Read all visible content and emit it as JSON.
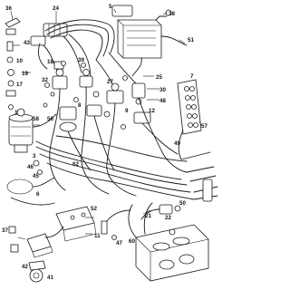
{
  "diagram": {
    "callouts": [
      {
        "id": "36",
        "label": "36"
      },
      {
        "id": "24",
        "label": "24"
      },
      {
        "id": "5",
        "label": "5"
      },
      {
        "id": "38",
        "label": "38"
      },
      {
        "id": "43",
        "label": "43"
      },
      {
        "id": "51",
        "label": "51"
      },
      {
        "id": "10",
        "label": "10"
      },
      {
        "id": "19",
        "label": "19"
      },
      {
        "id": "17",
        "label": "17"
      },
      {
        "id": "25",
        "label": "25"
      },
      {
        "id": "7",
        "label": "7"
      },
      {
        "id": "32",
        "label": "32"
      },
      {
        "id": "27",
        "label": "27"
      },
      {
        "id": "30",
        "label": "30"
      },
      {
        "id": "48",
        "label": "48"
      },
      {
        "id": "56",
        "label": "56"
      },
      {
        "id": "57",
        "label": "57"
      },
      {
        "id": "58",
        "label": "58"
      },
      {
        "id": "3",
        "label": "3"
      },
      {
        "id": "46",
        "label": "46"
      },
      {
        "id": "45",
        "label": "45"
      },
      {
        "id": "52",
        "label": "52"
      },
      {
        "id": "47",
        "label": "47"
      },
      {
        "id": "60",
        "label": "60"
      },
      {
        "id": "11",
        "label": "11"
      },
      {
        "id": "37",
        "label": "37"
      },
      {
        "id": "42",
        "label": "42"
      },
      {
        "id": "41",
        "label": "41"
      },
      {
        "id": "21",
        "label": "21"
      },
      {
        "id": "22",
        "label": "22"
      },
      {
        "id": "50",
        "label": "50"
      },
      {
        "id": "62",
        "label": "62"
      },
      {
        "id": "8",
        "label": "8"
      },
      {
        "id": "9",
        "label": "9"
      },
      {
        "id": "49",
        "label": "49"
      },
      {
        "id": "39",
        "label": "39"
      },
      {
        "id": "1",
        "label": "1"
      },
      {
        "id": "12",
        "label": "12"
      },
      {
        "id": "18",
        "label": "18"
      },
      {
        "id": "6",
        "label": "6"
      }
    ]
  }
}
